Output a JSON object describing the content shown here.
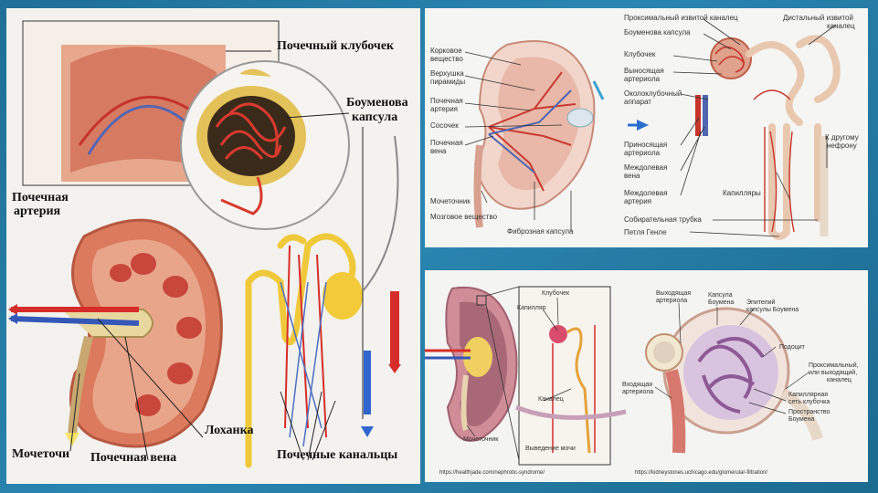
{
  "left_panel": {
    "glomerulus": "Почечный клубочек",
    "bowman_line1": "Боуменова",
    "bowman_line2": "капсула",
    "renal_artery_line1": "Почечная",
    "renal_artery_line2": "артерия",
    "pelvis": "Лоханка",
    "ureter": "Мочеточи",
    "renal_vein": "Почечная вена",
    "tubules": "Почечные канальцы"
  },
  "top_right_panel": {
    "cortex_line1": "Корковое",
    "cortex_line2": "вещество",
    "pyramid_apex_line1": "Верхушка",
    "pyramid_apex_line2": "пирамиды",
    "renal_artery_line1": "Почечная",
    "renal_artery_line2": "артерия",
    "papilla": "Сосочек",
    "renal_vein_line1": "Почечная",
    "renal_vein_line2": "вена",
    "ureter": "Мочеточник",
    "medulla": "Мозговое вещество",
    "fibrous_capsule": "Фиброзная капсула",
    "proximal_tubule": "Проксимальный извитой каналец",
    "distal_tubule_line1": "Дистальный извитой",
    "distal_tubule_line2": "каналец",
    "bowman_capsule": "Боуменова капсула",
    "glomerulus": "Клубочек",
    "efferent_line1": "Выносящая",
    "efferent_line2": "артериола",
    "juxta_line1": "Околоклубочный",
    "juxta_line2": "аппарат",
    "afferent_line1": "Приносящая",
    "afferent_line2": "артериола",
    "interlobar_vein_line1": "Междолевая",
    "interlobar_vein_line2": "вена",
    "interlobar_artery_line1": "Междолевая",
    "interlobar_artery_line2": "артерия",
    "capillaries": "Капилляры",
    "other_nephron_line1": "К другому",
    "other_nephron_line2": "нефрону",
    "collecting_duct": "Собирательная трубка",
    "loop_of_henle": "Петля Генле"
  },
  "bottom_right_panel": {
    "glomerulus": "Клубочек",
    "capillary": "Капилляр",
    "tubule": "Каналец",
    "ureter": "Мочеточник",
    "urine_excretion": "Выведение мочи",
    "efferent_line1": "Выходящая",
    "efferent_line2": "артериола",
    "capsule_line1": "Капсула",
    "capsule_line2": "Боумена",
    "epithelium_line1": "Эпителий",
    "epithelium_line2": "капсулы Боумена",
    "podocyte": "Подоцит",
    "proximal_line1": "Проксимальный,",
    "proximal_line2": "или выходящий,",
    "proximal_line3": "каналец",
    "capillary_net_line1": "Капиллярная",
    "capillary_net_line2": "сеть клубочка",
    "space_line1": "Пространство",
    "space_line2": "Боумена",
    "afferent_line1": "Входящая",
    "afferent_line2": "артериола",
    "url_left": "https://healthjade.com/nephrotic-syndrome/",
    "url_right": "https://kidneystones.uchicago.edu/glomerular-filtration/"
  },
  "colors": {
    "background": "#2379a3",
    "artery": "#d62d2a",
    "vein": "#3558b8",
    "tubule": "#f0c93a",
    "kidney": "#e9a58a"
  }
}
